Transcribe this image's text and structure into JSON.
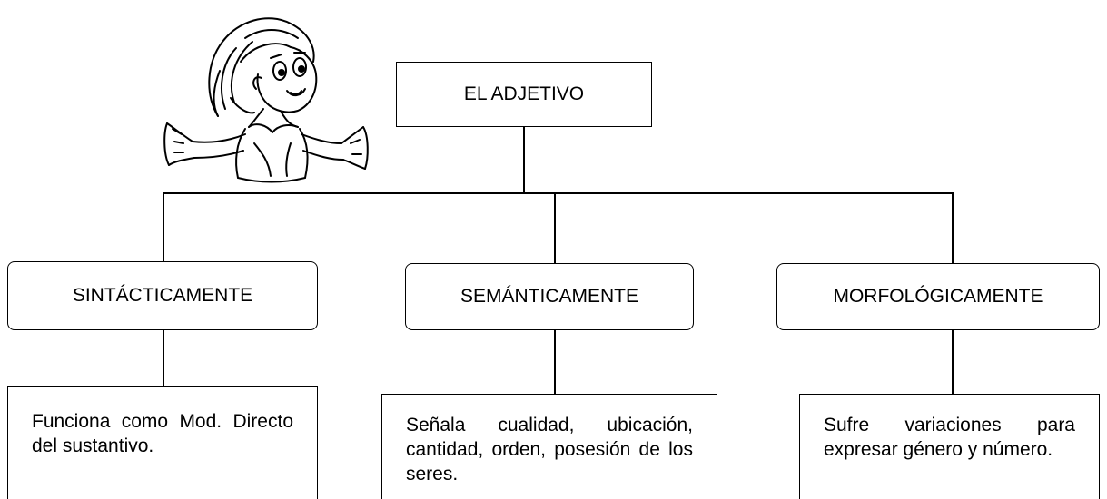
{
  "diagram": {
    "root": {
      "label": "EL ADJETIVO"
    },
    "branches": [
      {
        "heading": "SINTÁCTICAMENTE",
        "description": "Funciona como Mod. Directo del sustantivo."
      },
      {
        "heading": "SEMÁNTICAMENTE",
        "description": "Señala cualidad, ubicación, cantidad, orden, posesión de los seres."
      },
      {
        "heading": "MORFOLÓGICAMENTE",
        "description": "Sufre variaciones para expresar género y número."
      }
    ],
    "illustration": {
      "icon": "cartoon-girl-illustration"
    }
  }
}
